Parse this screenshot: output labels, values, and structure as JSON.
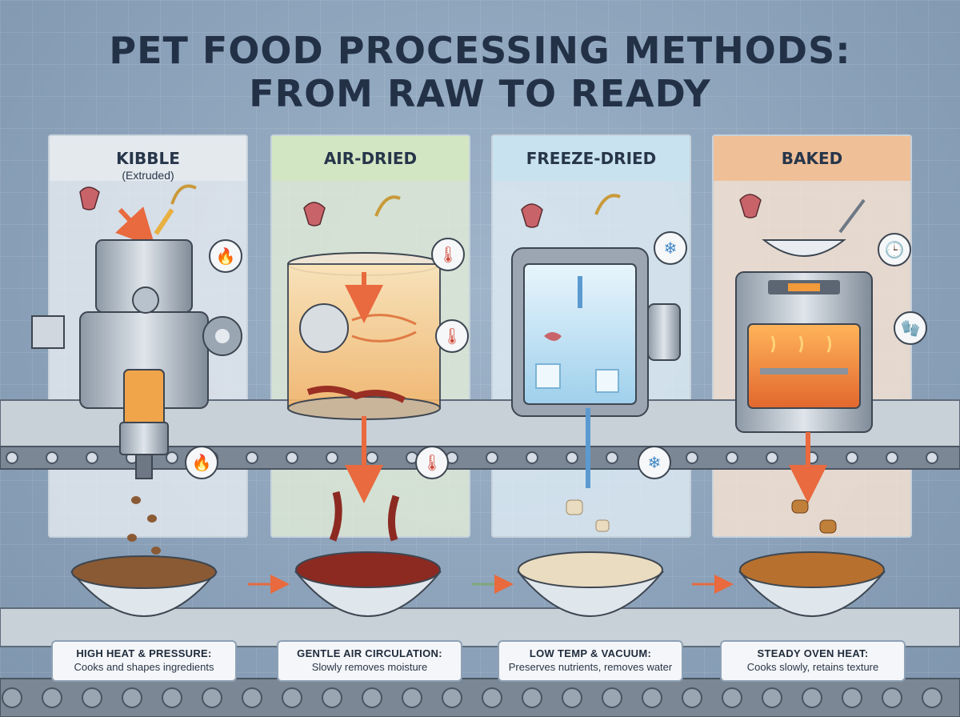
{
  "title": {
    "line1": "PET FOOD PROCESSING METHODS:",
    "line2": "FROM RAW TO READY"
  },
  "colors": {
    "kibble": "#e4e9ee",
    "air": "#d8e8c8",
    "freeze": "#cfe6f2",
    "baked": "#f2c8a4",
    "arrow": "#e86a3e",
    "cool_arrow": "#5b9ad0"
  },
  "methods": [
    {
      "name": "KIBBLE",
      "sub": "(Extruded)",
      "caption_head": "HIGH HEAT & PRESSURE:",
      "caption_body": "Cooks and shapes ingredients",
      "icons": [
        "flame-icon",
        "flame-icon"
      ]
    },
    {
      "name": "AIR-DRIED",
      "sub": "",
      "caption_head": "GENTLE AIR CIRCULATION:",
      "caption_body": "Slowly removes moisture",
      "icons": [
        "thermometer-icon",
        "thermometer-icon",
        "thermometer-icon"
      ]
    },
    {
      "name": "FREEZE-DRIED",
      "sub": "",
      "caption_head": "LOW TEMP & VACUUM:",
      "caption_body": "Preserves nutrients, removes water",
      "icons": [
        "snowflake-icon",
        "snowflake-icon"
      ]
    },
    {
      "name": "BAKED",
      "sub": "",
      "caption_head": "STEADY OVEN HEAT:",
      "caption_body": "Cooks slowly, retains texture",
      "icons": [
        "clock-icon",
        "oven-mitt-icon"
      ]
    }
  ]
}
